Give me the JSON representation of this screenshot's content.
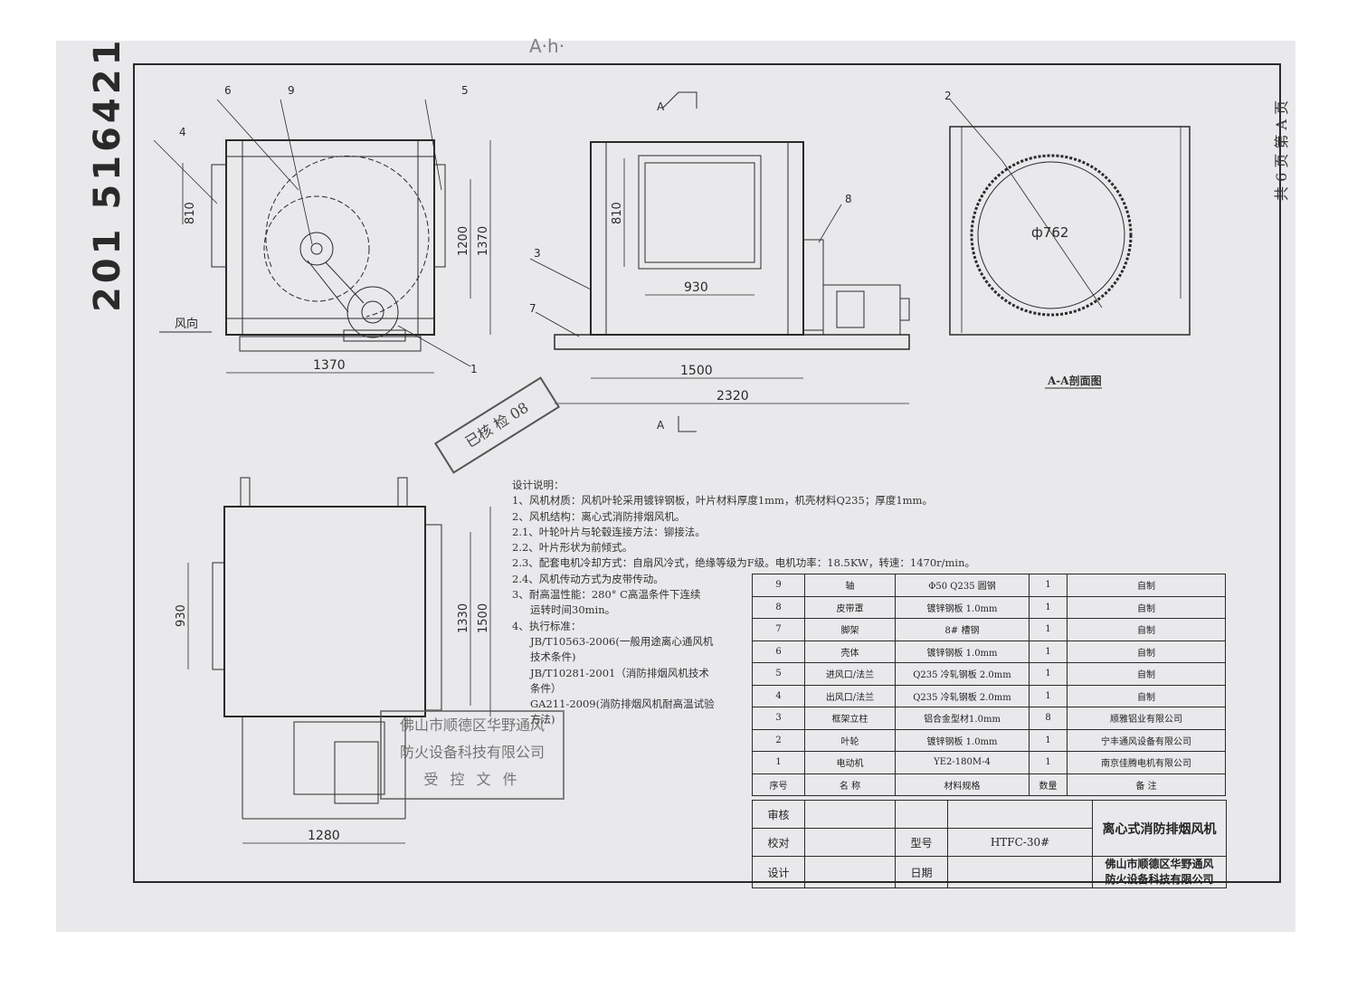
{
  "top_mark": "A·h·",
  "doc_number": "201 516421",
  "page_mark": "共 6 页 第 A 页",
  "section_marker": "A",
  "dimensions": {
    "v1": "810",
    "v2": "1200",
    "v3": "1370",
    "h1": "1370",
    "v4": "810",
    "h2": "930",
    "h3": "1500",
    "h4": "2320",
    "phi": "ф762",
    "v5": "930",
    "v6": "1330",
    "v7": "1500",
    "h5": "1280"
  },
  "callouts": [
    "1",
    "2",
    "3",
    "4",
    "5",
    "6",
    "7",
    "8",
    "9"
  ],
  "wind_label": "风向",
  "section_title": "A-A剖面图",
  "stamp_checked": "已核 检 08",
  "stamp_company": [
    "佛山市顺德区华野通风",
    "防火设备科技有限公司",
    "受 控 文 件"
  ],
  "notes": [
    "设计说明：",
    "1、风机材质：风机叶轮采用镀锌钢板，叶片材料厚度1mm，机壳材料Q235；厚度1mm。",
    "2、风机结构：离心式消防排烟风机。",
    "2.1、叶轮叶片与轮毂连接方法：铆接法。",
    "2.2、叶片形状为前倾式。",
    "2.3、配套电机冷却方式：自扇风冷式，绝缘等级为F级。电机功率：18.5KW，转速：1470r/min。",
    "2.4、风机传动方式为皮带传动。",
    "3、耐高温性能：280° C高温条件下连续",
    "运转时间30min。",
    "4、执行标准：",
    "JB/T10563-2006(一般用途离心通风机",
    "技术条件)",
    "JB/T10281-2001（消防排烟风机技术",
    "条件）",
    "GA211-2009(消防排烟风机耐高温试验",
    "方法)"
  ],
  "bom": {
    "header": [
      "序号",
      "名 称",
      "材料规格",
      "数量",
      "备 注"
    ],
    "rows": [
      [
        "9",
        "轴",
        "Φ50 Q235 圆钢",
        "1",
        "自制"
      ],
      [
        "8",
        "皮带罩",
        "镀锌钢板 1.0mm",
        "1",
        "自制"
      ],
      [
        "7",
        "脚架",
        "8# 槽钢",
        "1",
        "自制"
      ],
      [
        "6",
        "壳体",
        "镀锌钢板 1.0mm",
        "1",
        "自制"
      ],
      [
        "5",
        "进风口/法兰",
        "Q235 冷轧钢板 2.0mm",
        "1",
        "自制"
      ],
      [
        "4",
        "出风口/法兰",
        "Q235 冷轧钢板 2.0mm",
        "1",
        "自制"
      ],
      [
        "3",
        "框架立柱",
        "铝合金型材1.0mm",
        "8",
        "顺雅铝业有限公司"
      ],
      [
        "2",
        "叶轮",
        "镀锌钢板 1.0mm",
        "1",
        "宁丰通风设备有限公司"
      ],
      [
        "1",
        "电动机",
        "YE2-180M-4",
        "1",
        "南京佳腾电机有限公司"
      ]
    ]
  },
  "title_block": {
    "review": "审核",
    "check": "校对",
    "design": "设计",
    "model_label": "型号",
    "model_value": "HTFC-30#",
    "date_label": "日期",
    "title": "离心式消防排烟风机",
    "company": [
      "佛山市顺德区华野通风",
      "防火设备科技有限公司"
    ]
  }
}
